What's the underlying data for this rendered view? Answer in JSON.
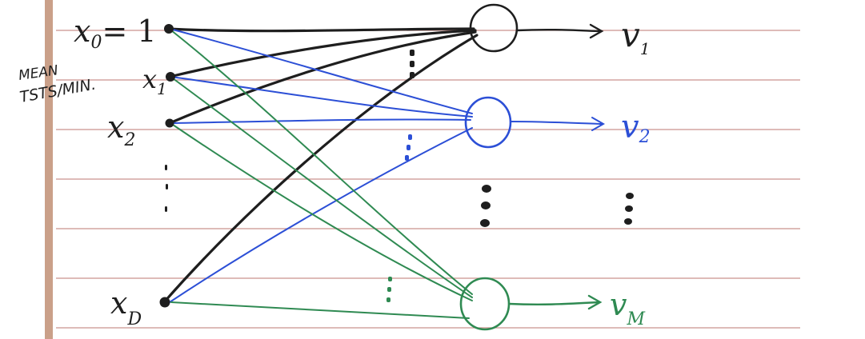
{
  "colors": {
    "paper": "#ffffff",
    "rule": "#c9928d",
    "margin": "#caa089",
    "black": "#1e1e1e",
    "blue": "#2c4fd6",
    "green": "#2f8a52"
  },
  "inputs": {
    "x0": "x",
    "x0_sub": "0",
    "x0_eq": "= 1",
    "x1": "x",
    "x1_sub": "1",
    "x2": "x",
    "x2_sub": "2",
    "xD": "x",
    "xD_sub": "D"
  },
  "annotation": {
    "line1": "MEAN",
    "line2": "TSTS/MIN."
  },
  "outputs": {
    "v1": "v",
    "v1_sub": "1",
    "v2": "v",
    "v2_sub": "2",
    "vM": "v",
    "vM_sub": "M"
  },
  "icons": {
    "ellipsis_vertical": "ellipsis-vertical-icon",
    "arrow_right": "arrow-right-icon"
  }
}
